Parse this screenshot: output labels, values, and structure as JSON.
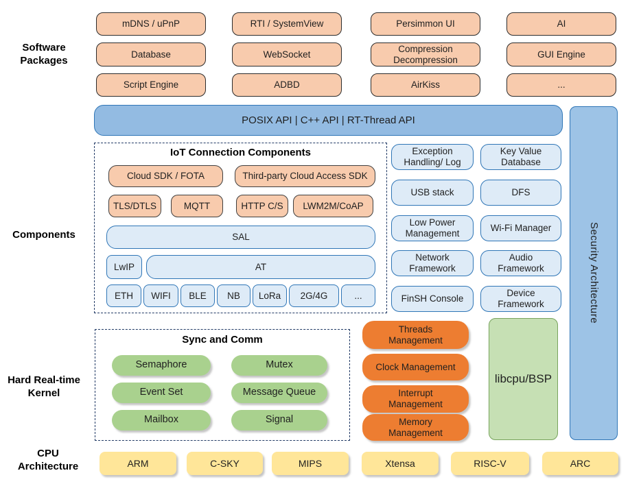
{
  "labels": {
    "software_packages": "Software\nPackages",
    "components": "Components",
    "kernel": "Hard Real-time\nKernel",
    "cpu": "CPU\nArchitecture"
  },
  "software_packages": {
    "items": [
      "mDNS / uPnP",
      "RTI / SystemView",
      "Persimmon UI",
      "AI",
      "Database",
      "WebSocket",
      "Compression\nDecompression",
      "GUI Engine",
      "Script Engine",
      "ADBD",
      "AirKiss",
      "..."
    ]
  },
  "api_bar": {
    "label": "POSIX API  |  C++ API  |  RT-Thread API"
  },
  "iot": {
    "title": "IoT Connection Components",
    "sdk_row": [
      "Cloud SDK / FOTA",
      "Third-party Cloud Access SDK"
    ],
    "proto_row": [
      "TLS/DTLS",
      "MQTT",
      "HTTP C/S",
      "LWM2M/CoAP"
    ],
    "sal": "SAL",
    "lwip": "LwIP",
    "at": "AT",
    "phy_row": [
      "ETH",
      "WIFI",
      "BLE",
      "NB",
      "LoRa",
      "2G/4G",
      "..."
    ]
  },
  "services": {
    "items": [
      "Exception\nHandling/ Log",
      "Key Value\nDatabase",
      "USB stack",
      "DFS",
      "Low Power\nManagement",
      "Wi-Fi Manager",
      "Network\nFramework",
      "Audio\nFramework",
      "FinSH Console",
      "Device\nFramework"
    ]
  },
  "security": {
    "label": "Security Architecture"
  },
  "kernel": {
    "sync_title": "Sync and Comm",
    "sync_items": [
      "Semaphore",
      "Mutex",
      "Event Set",
      "Message Queue",
      "Mailbox",
      "Signal"
    ],
    "mgmt_items": [
      "Threads\nManagement",
      "Clock Management",
      "Interrupt\nManagement",
      "Memory\nManagement"
    ],
    "libcpu": "libcpu/BSP"
  },
  "cpu": {
    "items": [
      "ARM",
      "C-SKY",
      "MIPS",
      "Xtensa",
      "RISC-V",
      "ARC"
    ]
  },
  "colors": {
    "package_fill": "#F8CBAD",
    "api_bar_fill": "#93BBE2",
    "light_blue_fill": "#DEEBF7",
    "blue_border": "#2E75B6",
    "green_pill": "#A9D18E",
    "libcpu_fill": "#C6E0B4",
    "mgmt_orange": "#ED7D31",
    "cpu_yellow": "#FFE699",
    "dashed_border": "#1F3864"
  }
}
